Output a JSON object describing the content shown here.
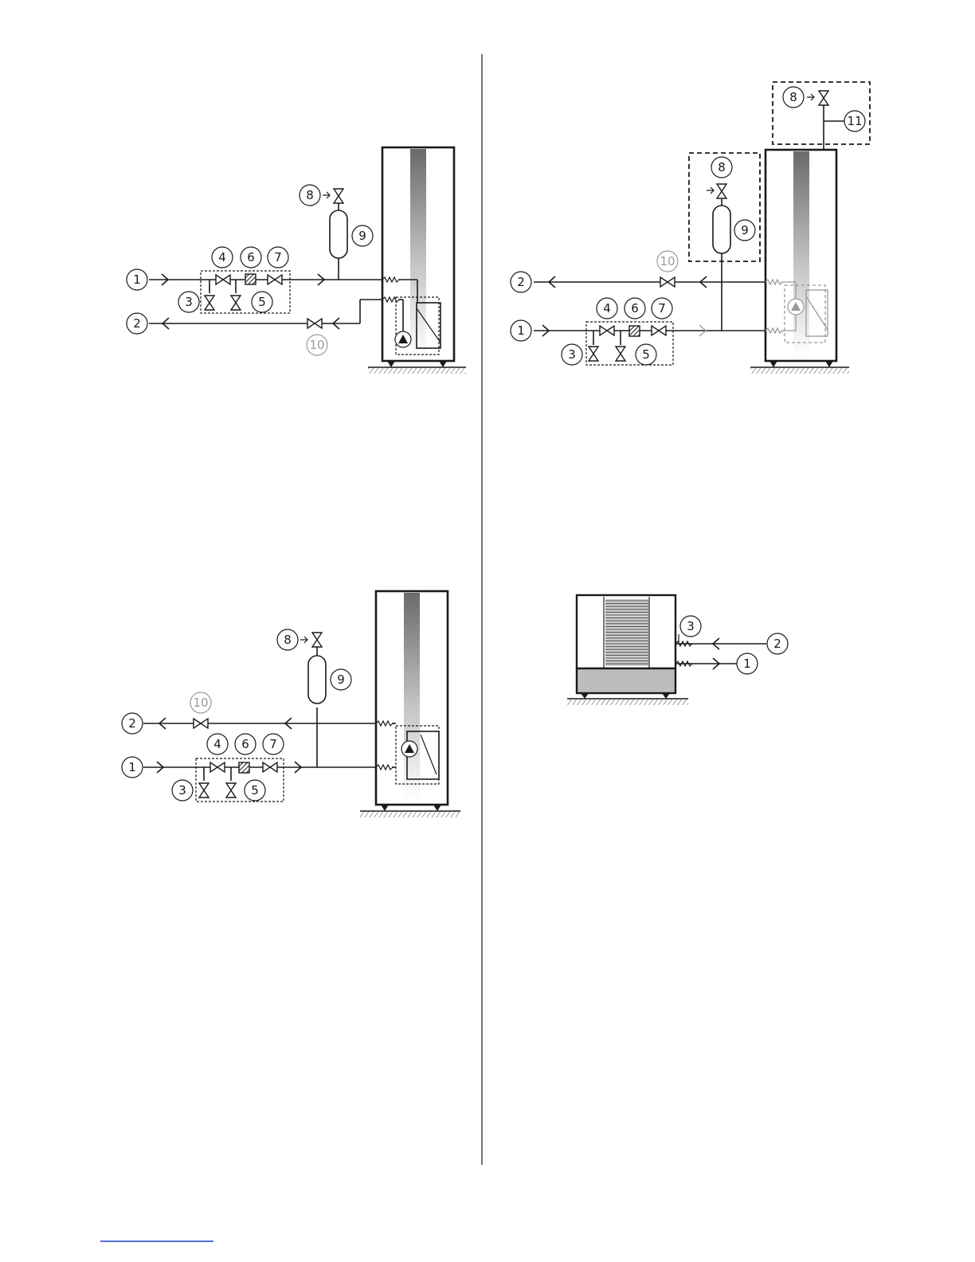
{
  "colors": {
    "line": "#1a1a1a",
    "muted": "#9a9a9a",
    "footer_line": "#1f3cc8"
  },
  "labels": {
    "n1": "1",
    "n2": "2",
    "n3": "3",
    "n4": "4",
    "n5": "5",
    "n6": "6",
    "n7": "7",
    "n8": "8",
    "n9": "9",
    "n10": "10",
    "n11": "11"
  },
  "icons": [
    "valve-icon",
    "filter-icon",
    "expansion-vessel-icon",
    "pump-icon",
    "heat-exchanger-icon",
    "arrow-icon"
  ]
}
